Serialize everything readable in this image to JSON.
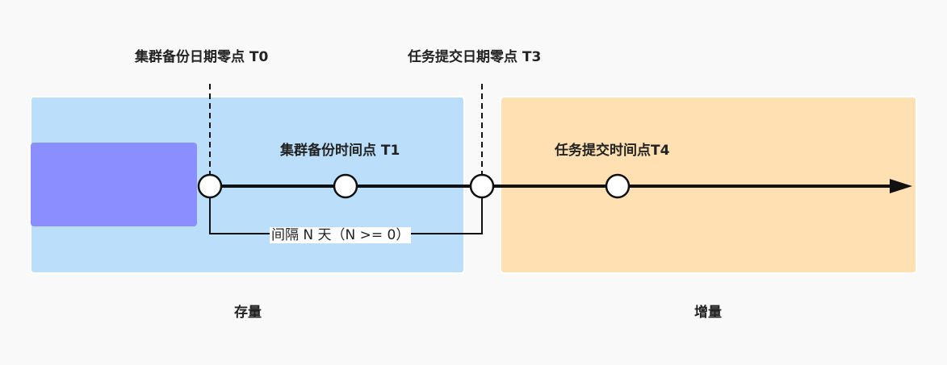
{
  "labels": {
    "t0": "集群备份日期零点 T0",
    "t3": "任务提交日期零点 T3",
    "t1": "集群备份时间点 T1",
    "t4": "任务提交时间点T4",
    "interval": "间隔 N 天（N >= 0）",
    "stock": "存量",
    "incremental": "增量"
  },
  "colors": {
    "stock_region": "#bbdffa",
    "incremental_region": "#ffe0b3",
    "block": "#8a8eff",
    "line": "#111111"
  }
}
